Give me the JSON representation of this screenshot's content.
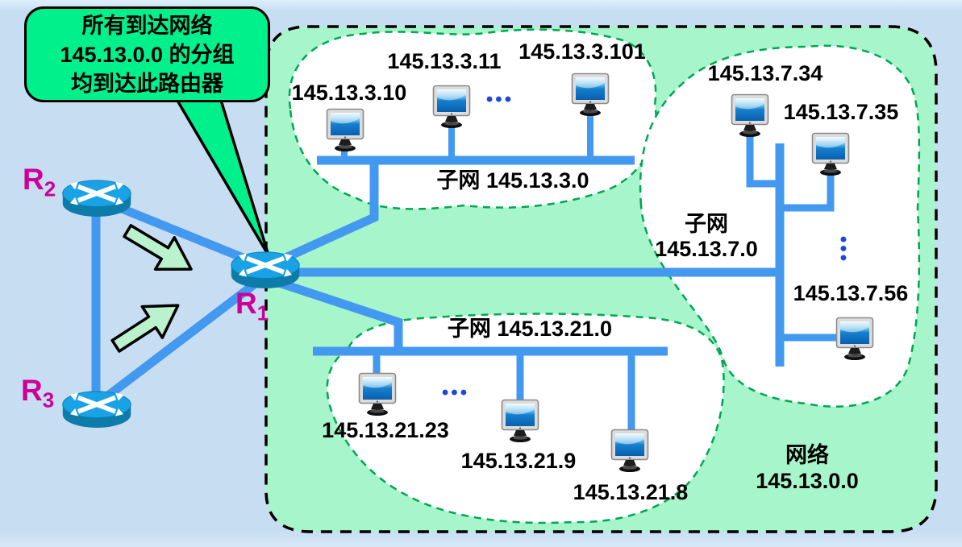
{
  "callout": {
    "line1": "所有到达网络",
    "line2": "145.13.0.0 的分组",
    "line3": "均到达此路由器"
  },
  "routers": {
    "r1": {
      "name": "R",
      "sub": "1"
    },
    "r2": {
      "name": "R",
      "sub": "2"
    },
    "r3": {
      "name": "R",
      "sub": "3"
    }
  },
  "network": {
    "label_line1": "网络",
    "label_line2": "145.13.0.0"
  },
  "subnets": {
    "top": {
      "label": "子网 145.13.3.0",
      "hosts": [
        "145.13.3.10",
        "145.13.3.11",
        "145.13.3.101"
      ],
      "ellipsis": "•••"
    },
    "right": {
      "label_line1": "子网",
      "label_line2": "145.13.7.0",
      "hosts": [
        "145.13.7.34",
        "145.13.7.35",
        "145.13.7.56"
      ],
      "ellipsis": "•••"
    },
    "bottom": {
      "label": "子网 145.13.21.0",
      "hosts": [
        "145.13.21.23",
        "145.13.21.9",
        "145.13.21.8"
      ],
      "ellipsis": "•••"
    }
  },
  "colors": {
    "background": "#C7DDF2",
    "network_region_fill": "#A7F5CB",
    "cloud_border": "#00A651",
    "callout_fill": "#00F18C",
    "link_blue": "#4398F0",
    "router_top": "#19A2E6",
    "router_body": "#0E7CA8",
    "router_label": "#CC0099",
    "arrow_fill": "#B9F2CD",
    "ellipsis_blue": "#1D49D8"
  }
}
